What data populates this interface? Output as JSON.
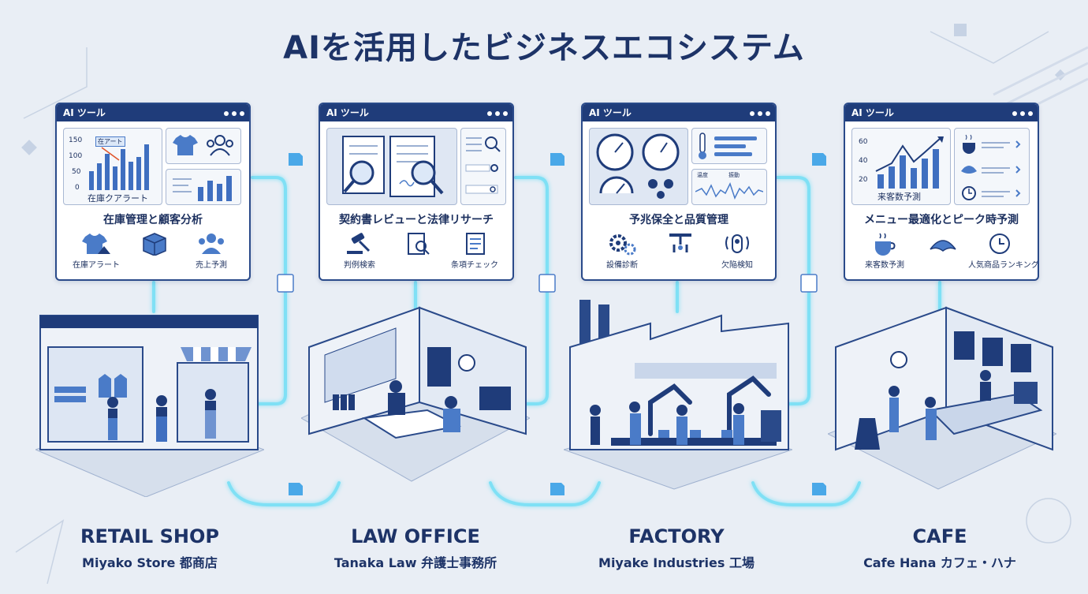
{
  "title": "AIを活用したビジネスエコシステム",
  "panels": [
    {
      "bar_label": "AI ツール",
      "chart": {
        "y_ticks": [
          "150",
          "100",
          "50",
          "0"
        ],
        "alert_tag": "在アート",
        "label": "在庫クアラート"
      },
      "caption": "在庫管理と顧客分析",
      "icons": [
        "在庫アラート",
        "売上予測"
      ]
    },
    {
      "bar_label": "AI ツール",
      "caption": "契約書レビューと法律リサーチ",
      "icons": [
        "判例検索",
        "条項チェック"
      ]
    },
    {
      "bar_label": "AI ツール",
      "mini_chart": {
        "labels": [
          "温度",
          "振動"
        ]
      },
      "caption": "予兆保全と品質管理",
      "icons": [
        "設備診断",
        "欠陥検知"
      ]
    },
    {
      "bar_label": "AI ツール",
      "chart": {
        "y_ticks": [
          "60",
          "40",
          "20"
        ],
        "label": "来客数予測"
      },
      "caption": "メニュー最適化とピーク時予測",
      "icons": [
        "来客数予測",
        "人気商品ランキング"
      ]
    }
  ],
  "businesses": [
    {
      "name": "RETAIL SHOP",
      "sub": "Miyako Store 都商店"
    },
    {
      "name": "LAW OFFICE",
      "sub": "Tanaka Law 弁護士事務所"
    },
    {
      "name": "FACTORY",
      "sub": "Miyake Industries 工場"
    },
    {
      "name": "CAFE",
      "sub": "Cafe Hana カフェ・ハナ"
    }
  ],
  "colors": {
    "navy": "#1f3c7a",
    "accent": "#4a7bc8",
    "glow": "#7fe0f5",
    "background": "#e9eef5"
  },
  "icon_names": [
    "bar-chart-icon",
    "tshirt-icon",
    "people-icon",
    "box-icon",
    "document-icon",
    "magnifier-icon",
    "gavel-icon",
    "gauge-icon",
    "thermometer-icon",
    "gears-icon",
    "sensor-icon",
    "coffee-icon",
    "croissant-icon",
    "clock-icon"
  ]
}
